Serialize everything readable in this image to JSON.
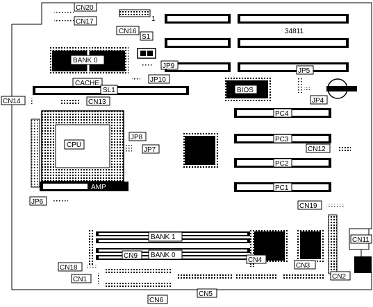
{
  "board": {
    "model_number": "34811",
    "slot_pin_marker": "1",
    "labels": {
      "cn20": "CN20",
      "cn17": "CN17",
      "cn16": "CN16",
      "s1": "S1",
      "bank0_top": "BANK 0",
      "jp9": "JP9",
      "jp10": "JP10",
      "cache": "CACHE",
      "sl1": "SL1",
      "cn14": "CN14",
      "cn13": "CN13",
      "jp5": "JP5",
      "bios": "BIOS",
      "jp4": "JP4",
      "pc4": "PC4",
      "pc3": "PC3",
      "pc2": "PC2",
      "pc1": "PC1",
      "cpu": "CPU",
      "jp8": "JP8",
      "jp7": "JP7",
      "cn12": "CN12",
      "amp": "AMP",
      "jp6": "JP6",
      "cn19": "CN19",
      "bank1": "BANK 1",
      "bank0_simm": "BANK 0",
      "cn9": "CN9",
      "cn18": "CN18",
      "cn1": "CN1",
      "cn4": "CN4",
      "cn3": "CN3",
      "cn11": "CN11",
      "cn2": "CN2",
      "cn6": "CN6",
      "cn5": "CN5"
    }
  }
}
